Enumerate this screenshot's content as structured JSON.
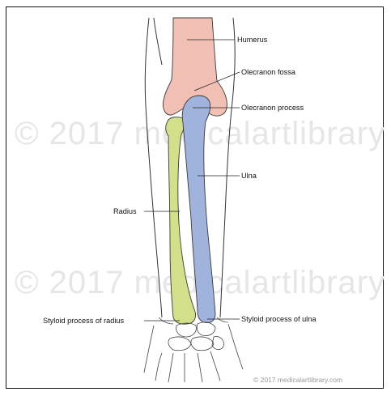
{
  "labels": {
    "humerus": "Humerus",
    "olecranon_fossa": "Olecranon fossa",
    "olecranon_process": "Olecranon process",
    "ulna": "Ulna",
    "radius": "Radius",
    "styloid_radius": "Styloid process of radius",
    "styloid_ulna": "Styloid process of ulna"
  },
  "watermark": "© 2017 medicalartlibrary",
  "credit": "© 2017 medicalartlibrary.com",
  "colors": {
    "humerus": "#f2bfb4",
    "ulna": "#9fb3dc",
    "radius": "#d3e089",
    "outline": "#333333"
  }
}
